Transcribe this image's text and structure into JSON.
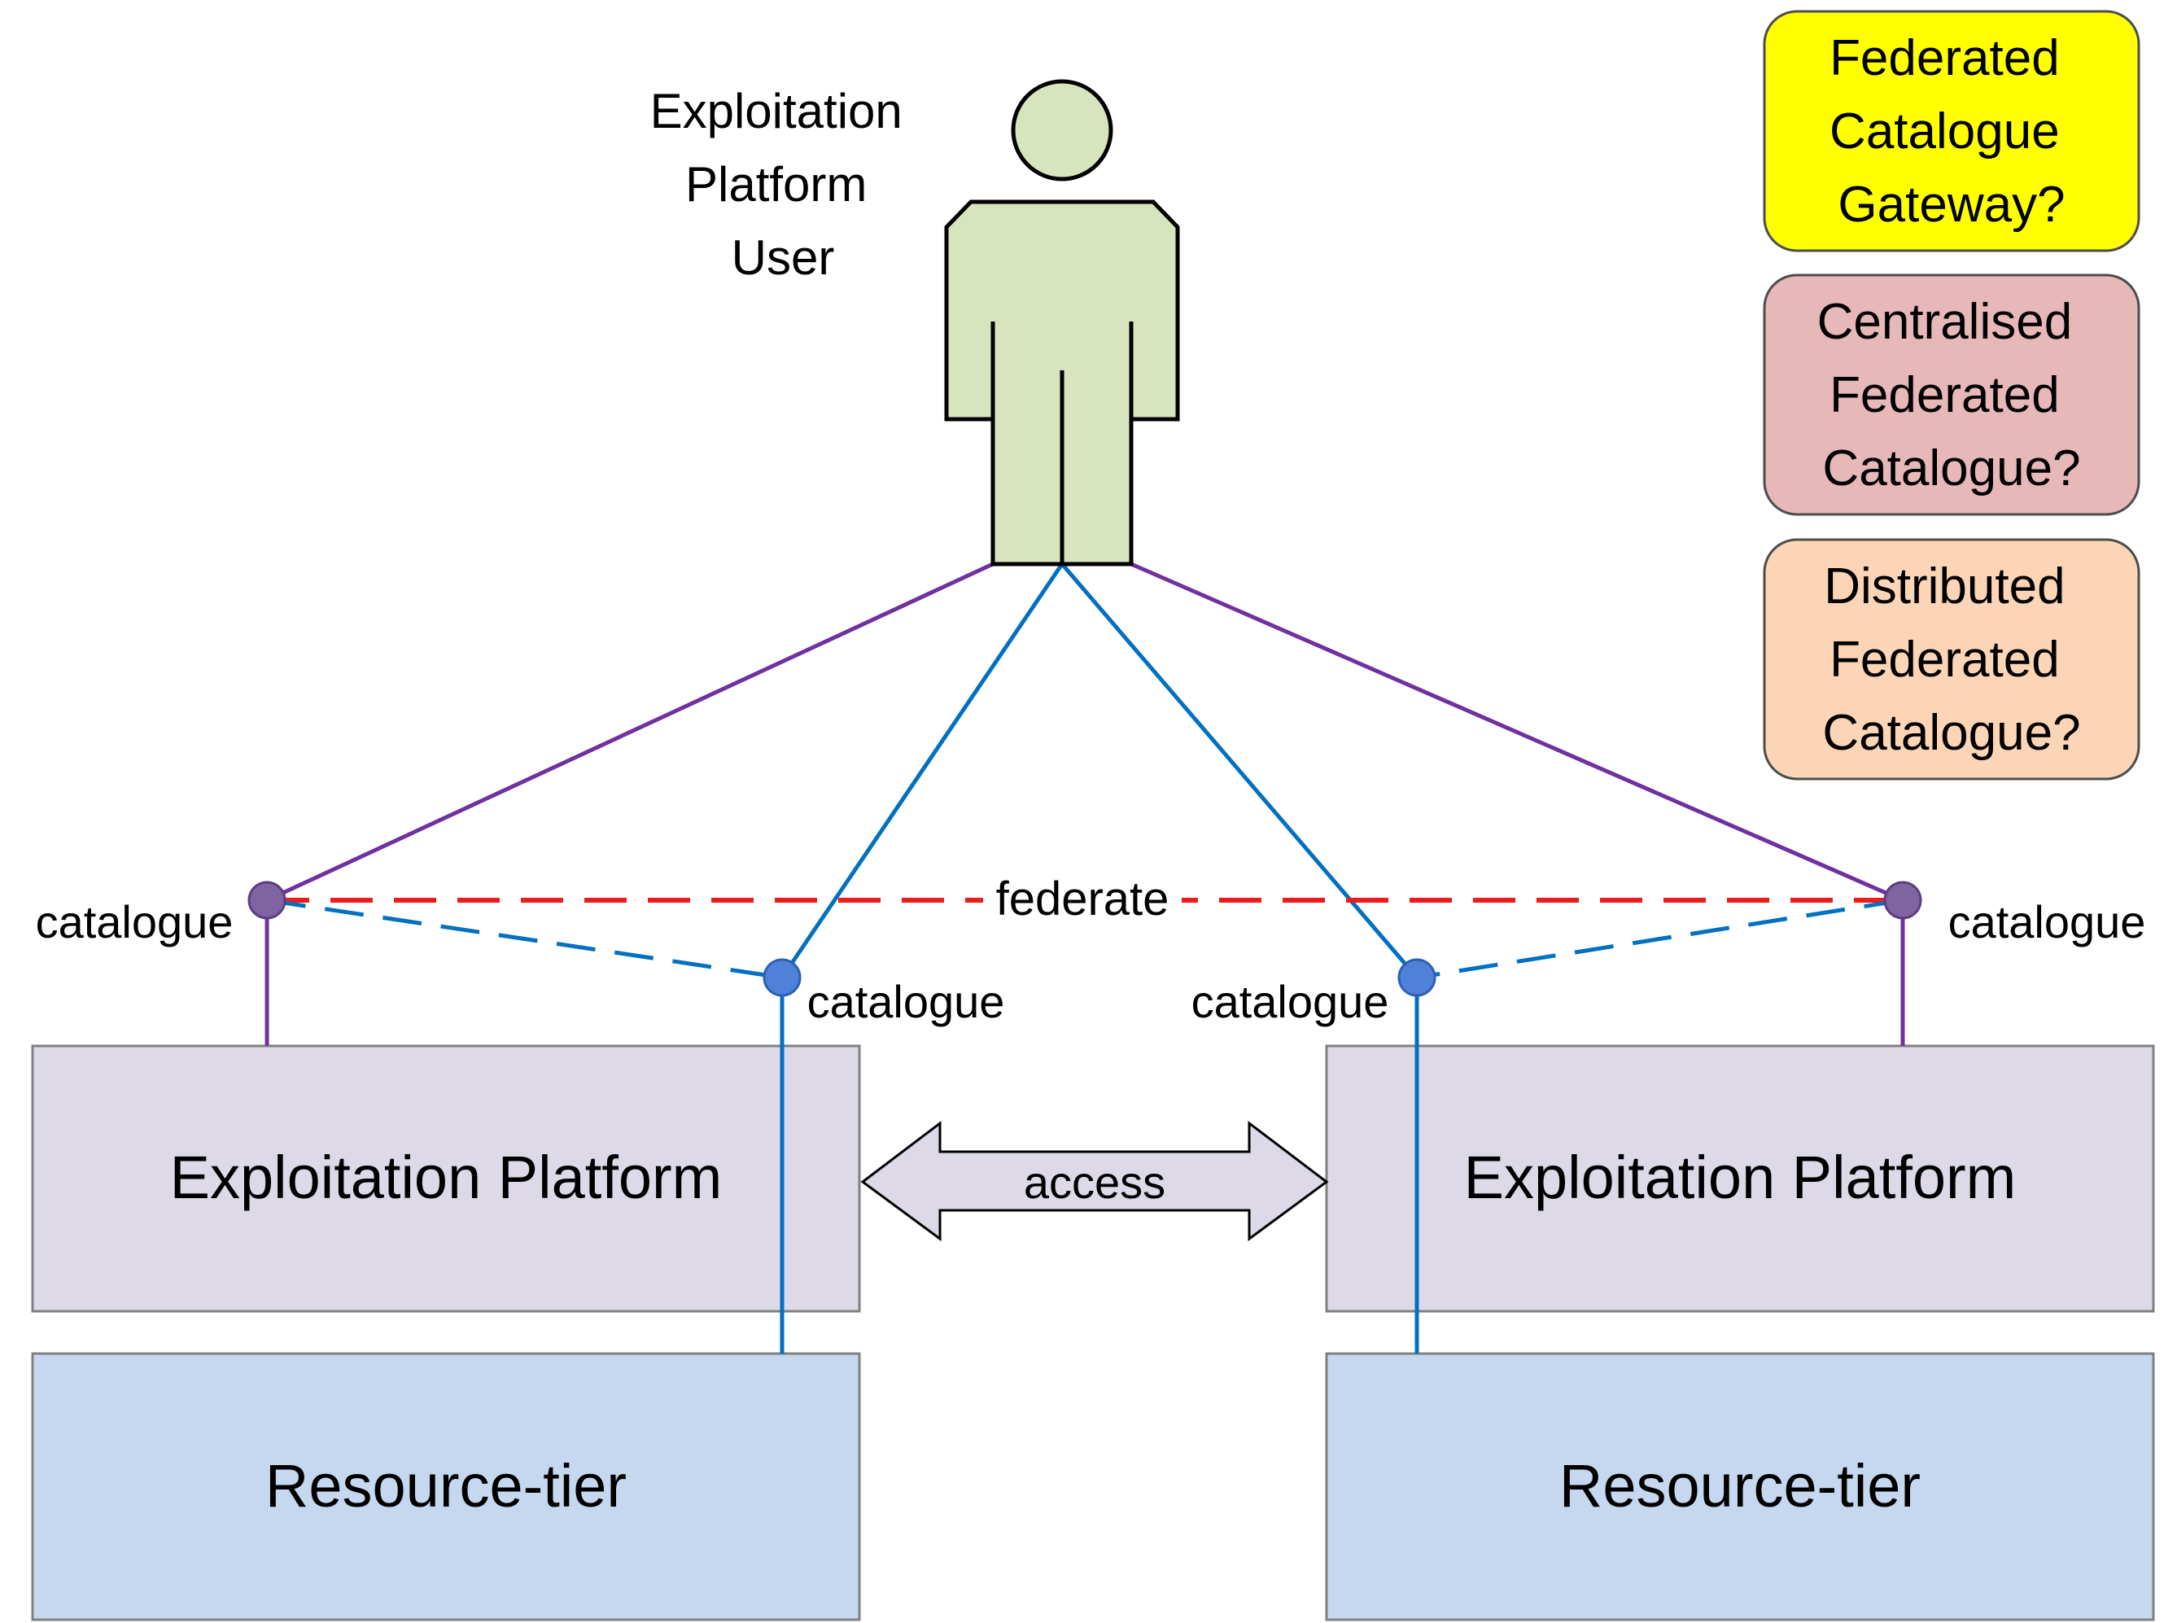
{
  "user": {
    "label_lines": [
      "Exploitation",
      "Platform",
      "User"
    ]
  },
  "options": [
    {
      "lines": [
        "Federated",
        "Catalogue",
        "Gateway?"
      ],
      "color": "#ffff00"
    },
    {
      "lines": [
        "Centralised",
        "Federated",
        "Catalogue?"
      ],
      "color": "#e6b8b7"
    },
    {
      "lines": [
        "Distributed",
        "Federated",
        "Catalogue?"
      ],
      "color": "#fbd5b5"
    }
  ],
  "platforms": {
    "left": {
      "platform_label": "Exploitation Platform",
      "resource_label": "Resource-tier"
    },
    "right": {
      "platform_label": "Exploitation Platform",
      "resource_label": "Resource-tier"
    }
  },
  "catalogue_labels": {
    "outer_left": "catalogue",
    "inner_left": "catalogue",
    "inner_right": "catalogue",
    "outer_right": "catalogue"
  },
  "links": {
    "federate_label": "federate",
    "access_label": "access"
  },
  "colors": {
    "platform_fill": "#ddd9e6",
    "resource_fill": "#c5d8ef",
    "user_fill": "#d7e4bd",
    "purple_link": "#7030a0",
    "blue_link": "#0070c0",
    "federate_link": "#ee1c1c",
    "purple_node": "#8064a2",
    "blue_node": "#4f81d9"
  }
}
